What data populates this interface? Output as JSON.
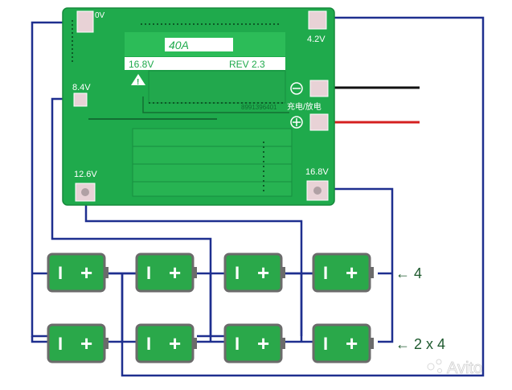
{
  "board": {
    "current_rating": "40A",
    "voltage_total": "16.8V",
    "revision": "REV 2.3",
    "pad_top_left": "0V",
    "pad_top_right": "4.2V",
    "pad_mid_left": "8.4V",
    "pad_bottom_left": "12.6V",
    "pad_bottom_right": "16.8V",
    "charge_discharge_label": "充电/放电",
    "serial_number": "8991396401",
    "minus_symbol": "⊖",
    "plus_symbol": "⊕",
    "warning_symbol": "!"
  },
  "battery": {
    "minus_sign": "I",
    "plus_sign": "+"
  },
  "labels": {
    "row1": "← 4",
    "row2": "← 2 x 4"
  },
  "watermark": {
    "text": "Avito"
  },
  "colors": {
    "pcb_green": "#1faa4c",
    "battery_green": "#2aa84a",
    "wire_blue": "#1e2f8f",
    "wire_black": "#111111",
    "wire_red": "#d42020",
    "pad_pink": "#e8d2d6"
  }
}
